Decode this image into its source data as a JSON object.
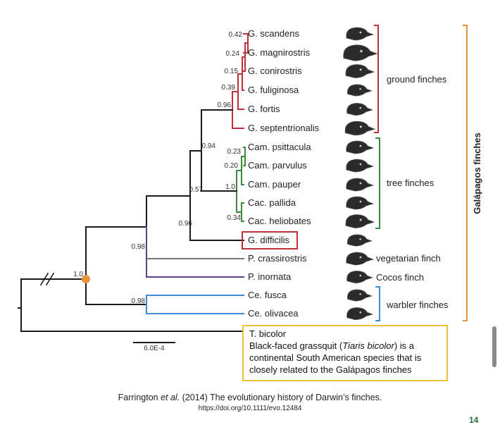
{
  "taxa": [
    {
      "id": "g_scandens",
      "label": "G. scandens",
      "support": "0.42",
      "group": "ground"
    },
    {
      "id": "g_magnirostris",
      "label": "G. magnirostris",
      "support": "0.24",
      "group": "ground"
    },
    {
      "id": "g_conirostris",
      "label": "G. conirostris",
      "support": "0.15",
      "group": "ground"
    },
    {
      "id": "g_fuliginosa",
      "label": "G. fuliginosa",
      "support": "0.39",
      "group": "ground"
    },
    {
      "id": "g_fortis",
      "label": "G. fortis",
      "support": "",
      "group": "ground"
    },
    {
      "id": "g_septentrionalis",
      "label": "G. septentrionalis",
      "support": "0.96",
      "group": "ground"
    },
    {
      "id": "cam_psittacula",
      "label": "Cam. psittacula",
      "support": "0.23",
      "group": "tree"
    },
    {
      "id": "cam_parvulus",
      "label": "Cam. parvulus",
      "support": "0.20",
      "group": "tree"
    },
    {
      "id": "cam_pauper",
      "label": "Cam. pauper",
      "support": "1.0",
      "group": "tree"
    },
    {
      "id": "cac_pallida",
      "label": "Cac. pallida",
      "support": "",
      "group": "tree"
    },
    {
      "id": "cac_heliobates",
      "label": "Cac. heliobates",
      "support": "0.34",
      "group": "tree"
    },
    {
      "id": "g_difficilis",
      "label": "G. difficilis",
      "support": "",
      "group": "difficilis"
    },
    {
      "id": "p_crassirostris",
      "label": "P. crassirostris",
      "support": "",
      "group": "vegetarian"
    },
    {
      "id": "p_inornata",
      "label": "P. inornata",
      "support": "",
      "group": "cocos"
    },
    {
      "id": "ce_fusca",
      "label": "Ce. fusca",
      "support": "",
      "group": "warbler"
    },
    {
      "id": "ce_olivacea",
      "label": "Ce. olivacea",
      "support": "",
      "group": "warbler"
    },
    {
      "id": "t_bicolor",
      "label": "T. bicolor",
      "support": "",
      "group": "outgroup"
    }
  ],
  "internal_supports": {
    "ground_tree": "0.94",
    "with_difficilis": "0.57",
    "with_crassirostris": "0.96",
    "with_inornata": "0.98",
    "warbler": "0.98",
    "root": "1.0"
  },
  "groups": {
    "ground": {
      "label": "ground finches",
      "color": "#c0303a"
    },
    "tree": {
      "label": "tree finches",
      "color": "#3d8a3a"
    },
    "vegetarian": {
      "label": "vegetarian finch"
    },
    "cocos": {
      "label": "Cocos finch",
      "color": "#5a3f8c"
    },
    "warbler": {
      "label": "warbler finches",
      "color": "#3d8ad6"
    },
    "galapagos": {
      "label": "Galápagos finches",
      "color": "#e8923a"
    },
    "difficilis": {
      "color": "#c0303a"
    },
    "outgroup": {
      "color": "#e8c33a"
    }
  },
  "scale_bar_label": "6.0E-4",
  "outgroup_note": {
    "label": "T. bicolor",
    "text_before": "Black-faced grassquit (",
    "text_italic": "Tiaris bicolor",
    "text_after": ") is a continental South American species that is closely related to the Galápagos finches"
  },
  "citation": {
    "authors": "Farrington ",
    "etal": "et al.",
    "rest": " (2014) The evolutionary history of Darwin’s finches.",
    "doi": "https://doi.org/10.1111/evo.12484"
  },
  "page_number": "14"
}
